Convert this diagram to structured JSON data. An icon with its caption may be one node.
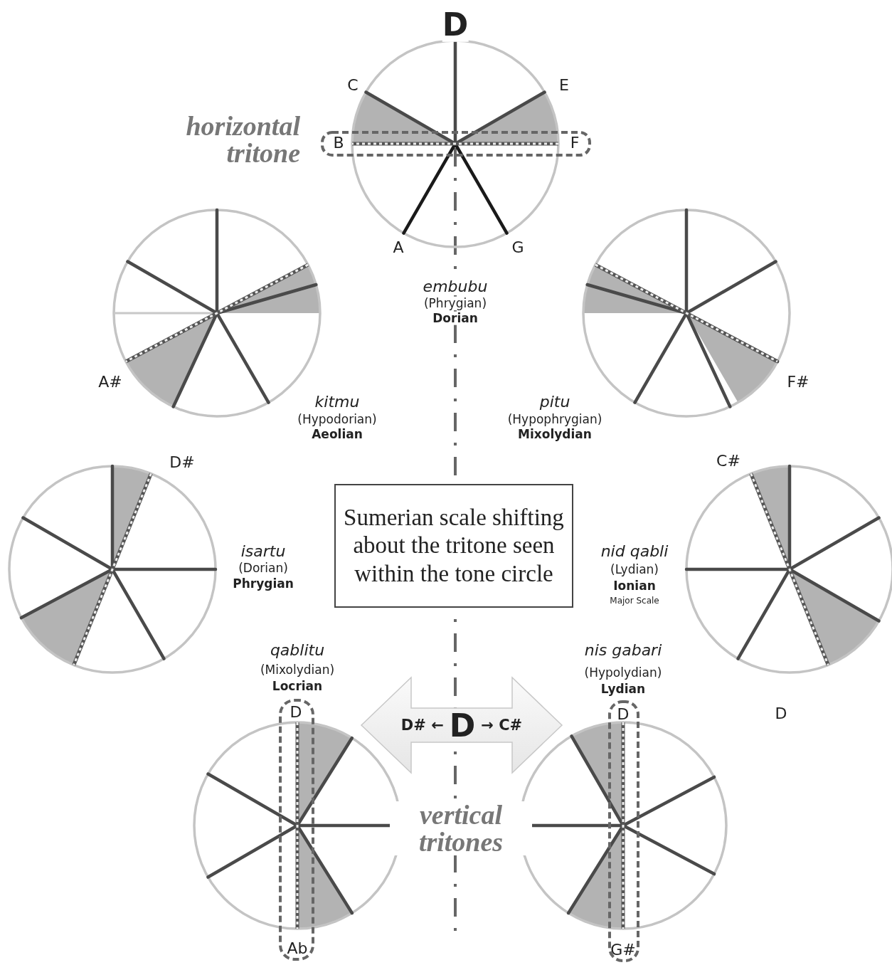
{
  "diagram": {
    "nodes": [
      {
        "text": [
          "Sumerian scale shifting about the tritone seen within the tone circle"
        ]
      },
      {
        "text": [
          "D# ←",
          "D",
          "→ C#"
        ]
      }
    ],
    "labels": [
      "D",
      "C",
      "E",
      "horizontal tritone",
      "B",
      "F",
      "A",
      "G",
      "embubu",
      "(Phrygian)",
      "Dorian",
      "A#",
      "F#",
      "kitmu",
      "(Hypodorian)",
      "Aeolian",
      "pitu",
      "(Hypophrygian)",
      "Mixolydian",
      "D#",
      "C#",
      "isartu",
      "(Dorian)",
      "Phrygian",
      "nid qabli",
      "(Lydian)",
      "Ionian",
      "Major Scale",
      "qablitu",
      "(Mixolydian)",
      "Locrian",
      "nis gabari",
      "(Hypolydian)",
      "Lydian",
      "D",
      "D",
      "D",
      "vertical tritones",
      "Ab",
      "G#"
    ]
  }
}
